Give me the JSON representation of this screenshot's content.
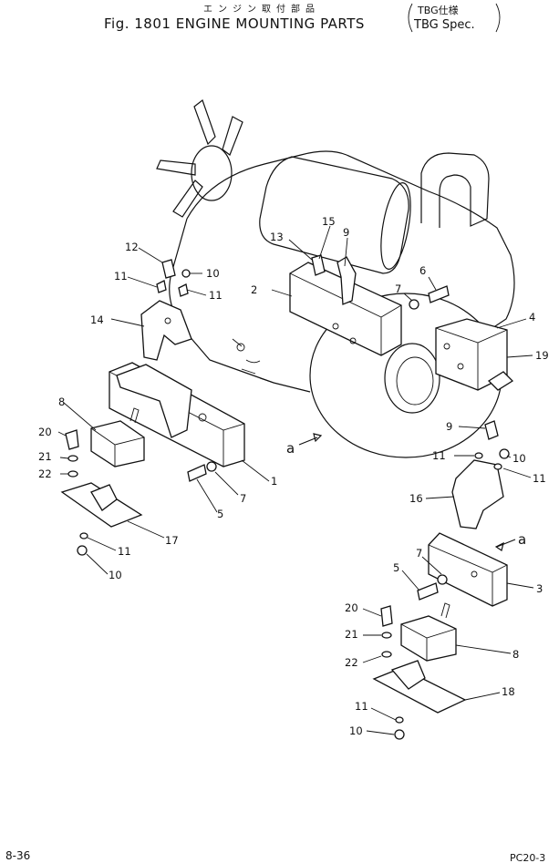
{
  "header": {
    "jp_title": "エンジン取付部品",
    "title": "Fig. 1801  ENGINE  MOUNTING  PARTS",
    "spec_jp": "TBG仕様",
    "spec": "TBG Spec."
  },
  "labels": {
    "n1": "1",
    "n2": "2",
    "n3": "3",
    "n4": "4",
    "n5a": "5",
    "n5b": "5",
    "n6": "6",
    "n7a": "7",
    "n7b": "7",
    "n7c": "7",
    "n8a": "8",
    "n8b": "8",
    "n9a": "9",
    "n9b": "9",
    "n10a": "10",
    "n10b": "10",
    "n10c": "10",
    "n10d": "10",
    "n11a": "11",
    "n11b": "11",
    "n11c": "11",
    "n11d": "11",
    "n11e": "11",
    "n11f": "11",
    "n12": "12",
    "n13": "13",
    "n14": "14",
    "n15": "15",
    "n16": "16",
    "n17": "17",
    "n18": "18",
    "n19": "19",
    "n20a": "20",
    "n20b": "20",
    "n21a": "21",
    "n21b": "21",
    "n22a": "22",
    "n22b": "22",
    "refA1": "a",
    "refA2": "a"
  },
  "footer": {
    "page": "8-36",
    "model": "PC20-3"
  }
}
